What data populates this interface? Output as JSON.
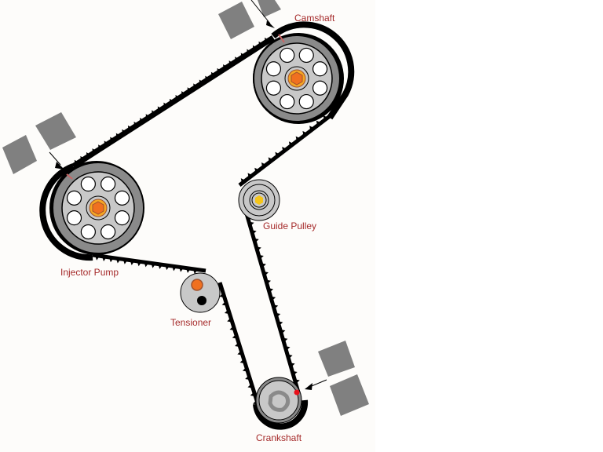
{
  "diagram": {
    "title": "Timing belt routing diagram",
    "colors": {
      "background": "#fdfcfa",
      "belt": "#000000",
      "pulley_outer": "#8a8a8a",
      "pulley_inner": "#c8c8c8",
      "hub": "#f5a623",
      "hub_core": "#f07020",
      "label": "#a52a2a",
      "marker": "#e8101a",
      "timing_block": "#808080"
    },
    "labels": {
      "camshaft": "Camshaft",
      "injector_pump": "Injector Pump",
      "guide_pulley": "Guide Pulley",
      "tensioner": "Tensioner",
      "crankshaft": "Crankshaft"
    }
  }
}
